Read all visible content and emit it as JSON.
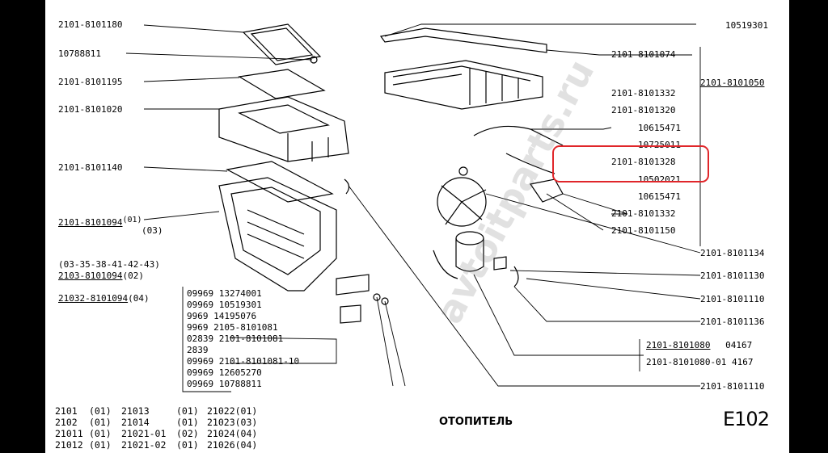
{
  "diagram": {
    "title": "ОТОПИТЕЛЬ",
    "page_code": "E102",
    "watermark": "avtoitparts.ru",
    "highlight_color": "#e0262a",
    "labels": {
      "p2101_8101180": "2101-8101180",
      "p10788811": "10788811",
      "p2101_8101195": "2101-8101195",
      "p2101_8101020": "2101-8101020",
      "p2101_8101140": "2101-8101140",
      "p2101_8101094": "2101-8101094",
      "p2101_8101094_sup1": "(01)",
      "p2101_8101094_sup2": "(03)",
      "p_codes_list": "(03-35-38-41-42-43)",
      "p2103_8101094": "2103-8101094",
      "p2103_8101094_sup": "(02)",
      "p21032_8101094": "21032-8101094",
      "p21032_8101094_sup": "(04)",
      "p10519301": "10519301",
      "p2101_8101074": "2101-8101074",
      "p2101_8101050": "2101-8101050",
      "p2101_8101332a": "2101-8101332",
      "p2101_8101320": "2101-8101320",
      "p10615471a": "10615471",
      "p10725011": "10725011",
      "p2101_8101328": "2101-8101328",
      "p10502021": "10502021",
      "p10615471b": "10615471",
      "p2101_8101332b": "2101-8101332",
      "p2101_8101150": "2101-8101150",
      "p2101_8101134": "2101-8101134",
      "p2101_8101130": "2101-8101130",
      "p2101_8101110": "2101-8101110",
      "p2101_8101136": "2101-8101136",
      "p2101_8101080": "2101-8101080",
      "p2101_8101080_val": "04167",
      "p2101_8101080_01": "2101-8101080-01",
      "p2101_8101080_01_val": "4167",
      "p2101_8101110b": "2101-8101110"
    },
    "fastener_list": [
      "09969  13274001",
      "09969  10519301",
      "9969   14195076",
      "9969   2105-8101081",
      "02839      2101-8101081",
      "2839",
      "09969      2101-8101081-10",
      "09969  12605270",
      "09969  10788811"
    ],
    "applicability": [
      {
        "c1": "2101",
        "c2": "(01)",
        "c3": "21013",
        "c4": "(01)",
        "c5": "21022(01)"
      },
      {
        "c1": "2102",
        "c2": "(01)",
        "c3": "21014",
        "c4": "(01)",
        "c5": "21023(03)"
      },
      {
        "c1": "21011",
        "c2": "(01)",
        "c3": "21021-01",
        "c4": "(02)",
        "c5": "21024(04)"
      },
      {
        "c1": "21012",
        "c2": "(01)",
        "c3": "21021-02",
        "c4": "(01)",
        "c5": "21026(04)"
      }
    ]
  }
}
